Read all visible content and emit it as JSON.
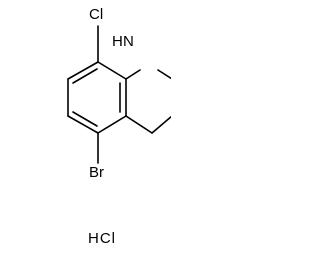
{
  "molecule": {
    "atoms": {
      "chlorine": "Cl",
      "nitrogen_h": "H",
      "nitrogen": "N",
      "bromine": "Br"
    },
    "salt": "HCl"
  },
  "colors": {
    "bond": "#000000",
    "text": "#000000",
    "background": "#ffffff"
  }
}
